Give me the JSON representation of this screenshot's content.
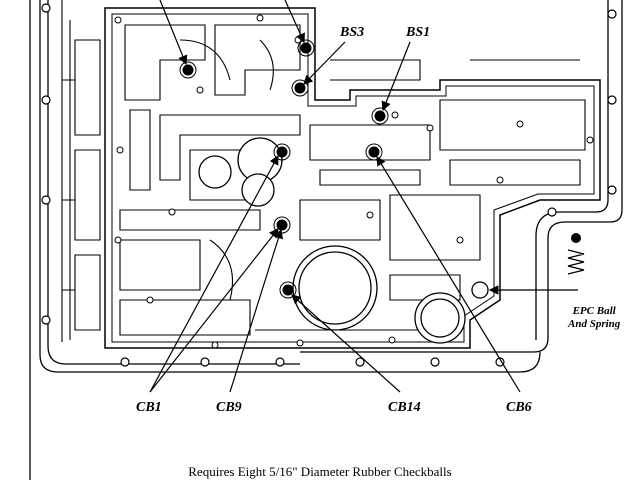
{
  "labels": {
    "bs3": "BS3",
    "bs1": "BS1",
    "cb1": "CB1",
    "cb9": "CB9",
    "cb14": "CB14",
    "cb6": "CB6",
    "epc_line1": "EPC Ball",
    "epc_line2": "And Spring"
  },
  "caption": "Requires Eight 5/16\" Diameter Rubber Checkballs",
  "icons": [
    "checkball-icon",
    "spring-icon"
  ]
}
